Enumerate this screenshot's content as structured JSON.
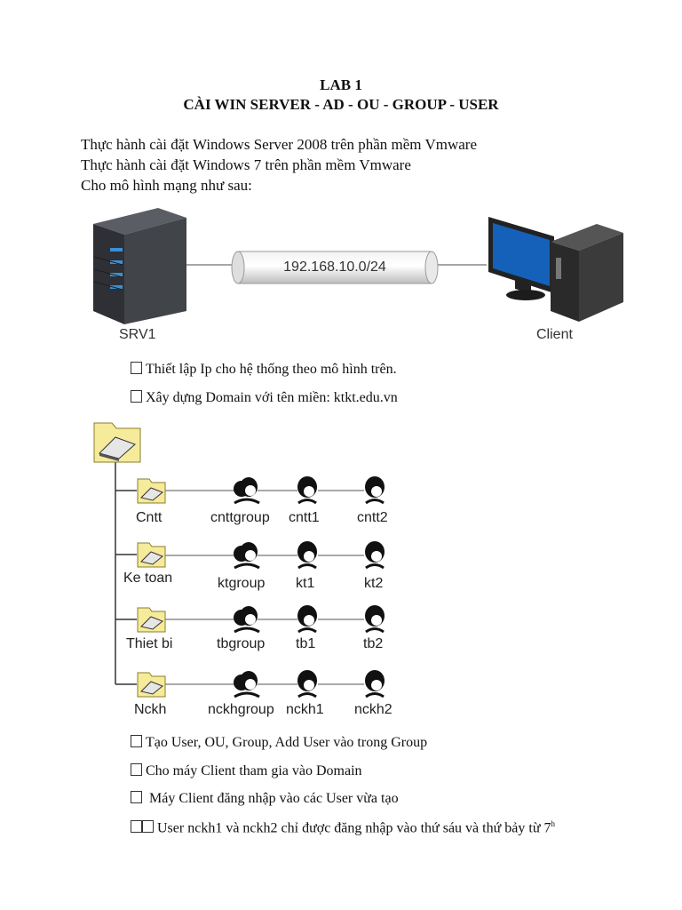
{
  "heading": {
    "line1": "LAB 1",
    "line2": "CÀI WIN SERVER - AD - OU - GROUP - USER"
  },
  "intro": [
    "Thực hành cài đặt Windows Server 2008 trên phần mềm Vmware",
    "Thực hành cài đặt Windows 7 trên phần mềm Vmware",
    "Cho mô hình mạng như sau:"
  ],
  "network": {
    "server_label": "SRV1",
    "client_label": "Client",
    "subnet": "192.168.10.0/24",
    "server_led_color": "#3a8fd6",
    "monitor_color": "#1560b8"
  },
  "tasks_a": [
    "Thiết lập Ip cho hệ thống theo mô hình trên.",
    "Xây dựng Domain với tên miền: ktkt.edu.vn"
  ],
  "ad_tree": {
    "folder_color": "#f5eb9a",
    "rows": [
      {
        "ou": "Cntt",
        "group": "cnttgroup",
        "user1": "cntt1",
        "user2": "cntt2"
      },
      {
        "ou": "Ke toan",
        "group": "ktgroup",
        "user1": "kt1",
        "user2": "kt2"
      },
      {
        "ou": "Thiet bi",
        "group": "tbgroup",
        "user1": "tb1",
        "user2": "tb2"
      },
      {
        "ou": "Nckh",
        "group": "nckhgroup",
        "user1": "nckh1",
        "user2": "nckh2"
      }
    ]
  },
  "tasks_b": [
    "Tạo User, OU, Group, Add User vào trong Group",
    "Cho máy Client tham gia vào Domain",
    " Máy Client đăng nhập vào các User vừa tạo",
    "User nckh1 và nckh2 chỉ được đăng nhập vào thứ sáu và thứ bảy từ 7"
  ],
  "last_task_sup": "h"
}
